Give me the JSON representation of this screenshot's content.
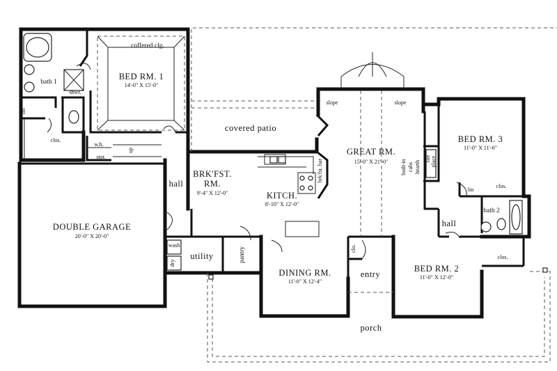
{
  "rooms": {
    "bed1": {
      "name": "BED RM. 1",
      "dim": "14'-0\" X 15'-0\""
    },
    "coffered": "coffered clg.",
    "bath1": "bath 1",
    "shwr": "shwr.",
    "lin": "lin",
    "clos1": "clos.",
    "wh": "w.h.",
    "stor": "stor.",
    "up": "up",
    "patio": "covered patio",
    "great": {
      "name": "GREAT RM.",
      "dim": "15'-0\" X 21'-0\""
    },
    "slope_left": "slope",
    "slope_right": "slope",
    "brkfst_bar": "brk'fst. bar",
    "builtin": "built-in",
    "cabs": "cabs",
    "hearth": "hearth",
    "fire": "fire",
    "place": "place",
    "bed3": {
      "name": "BED RM. 3",
      "dim": "11'-0\" X 11'-6\""
    },
    "lin2": "lin",
    "clos3": "clos.",
    "bath2": "bath 2",
    "hall_right": "hall",
    "clos2": "clos.",
    "bed2": {
      "name": "BED RM. 2",
      "dim": "11'-0\" X 12'-0\""
    },
    "hall_left": "hall",
    "brkfst": {
      "name1": "BRK'FST.",
      "name2": "RM.",
      "dim": "9'-4\" X 12'-0\""
    },
    "kitch": {
      "name": "KITCH.",
      "dim": "8'-10\" X 12'-0\""
    },
    "garage": {
      "name": "DOUBLE GARAGE",
      "dim": "20'-0\" X 20'-0\""
    },
    "wash": "wash",
    "dry": "dry",
    "utility": "utility",
    "pantry": "pantry",
    "dining": {
      "name": "DINING RM.",
      "dim": "11'-0\" X 12'-4\""
    },
    "clo": "clo.",
    "entry": "entry",
    "porch": "porch"
  }
}
